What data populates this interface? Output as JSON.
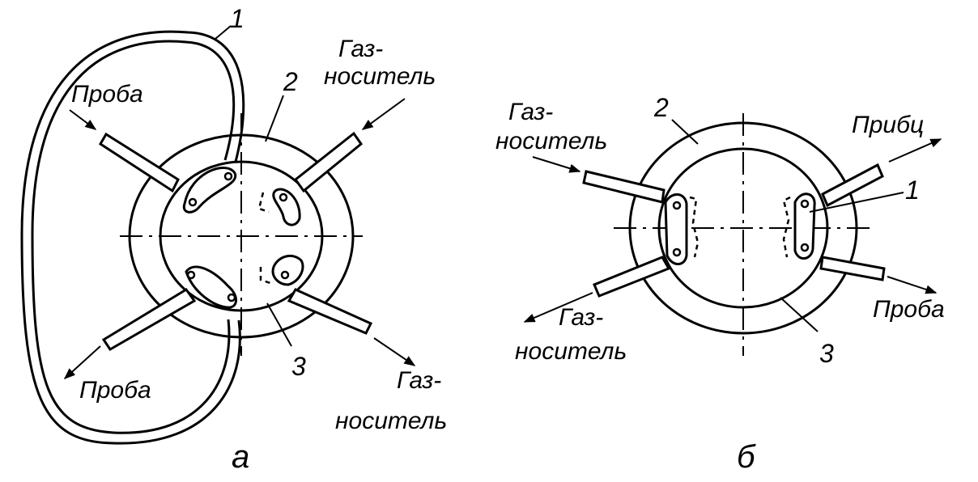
{
  "figure_a": {
    "caption": "а",
    "labels": {
      "num1": "1",
      "num2": "2",
      "num3": "3",
      "gas_in_line1": "Газ-",
      "gas_in_line2": "носитель",
      "gas_out_line1": "Газ-",
      "gas_out_line2": "носитель",
      "sample_top": "Проба",
      "sample_bottom": "Проба"
    }
  },
  "figure_b": {
    "caption": "б",
    "labels": {
      "num1": "1",
      "num2": "2",
      "num3": "3",
      "gas_in_line1": "Газ-",
      "gas_in_line2": "носитель",
      "gas_out_line1": "Газ-",
      "gas_out_line2": "носитель",
      "sample_out": "Прибц",
      "sample_in": "Проба"
    }
  }
}
